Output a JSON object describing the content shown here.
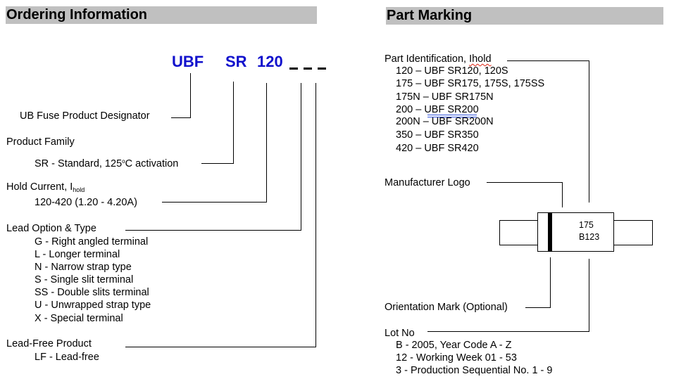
{
  "ordering": {
    "title": "Ordering Information",
    "code": {
      "ubf": "UBF",
      "family": "SR",
      "current": "120"
    },
    "designator": "UB Fuse Product Designator",
    "family": {
      "label": "Product Family",
      "item": "SR - Standard, 125",
      "deg": "o",
      "item_end": "C activation"
    },
    "hold": {
      "label": "Hold Current, I",
      "sub": "hold",
      "range": "120-420 (1.20 - 4.20A)"
    },
    "lead": {
      "label": "Lead Option & Type",
      "items": [
        "G - Right angled terminal",
        "L - Longer terminal",
        "N - Narrow strap type",
        "S - Single slit terminal",
        "SS - Double slits terminal",
        "U - Unwrapped strap type",
        "X - Special terminal"
      ]
    },
    "leadfree": {
      "label": "Lead-Free Product",
      "item": "LF - Lead-free"
    }
  },
  "marking": {
    "title": "Part Marking",
    "part_id": {
      "label_a": "Part Identification, ",
      "label_b": "Ihold",
      "rows": [
        "120 – UBF    SR120, 120S",
        "175 – UBF    SR175, 175S, 175SS",
        "175N  – UBF SR175N",
        "200 – UBF    SR200",
        "200N – UBF SR200N",
        "350 – UBF    SR350",
        "420 – UBF    SR420"
      ]
    },
    "logo": "Manufacturer Logo",
    "orientation": "Orientation Mark (Optional)",
    "lot": {
      "label": "Lot No",
      "items": [
        "B - 2005, Year Code A - Z",
        "12 - Working Week 01 - 53",
        "3 - Production Sequential No. 1 - 9"
      ]
    },
    "chip": {
      "line1": "175",
      "line2": "B123"
    }
  }
}
